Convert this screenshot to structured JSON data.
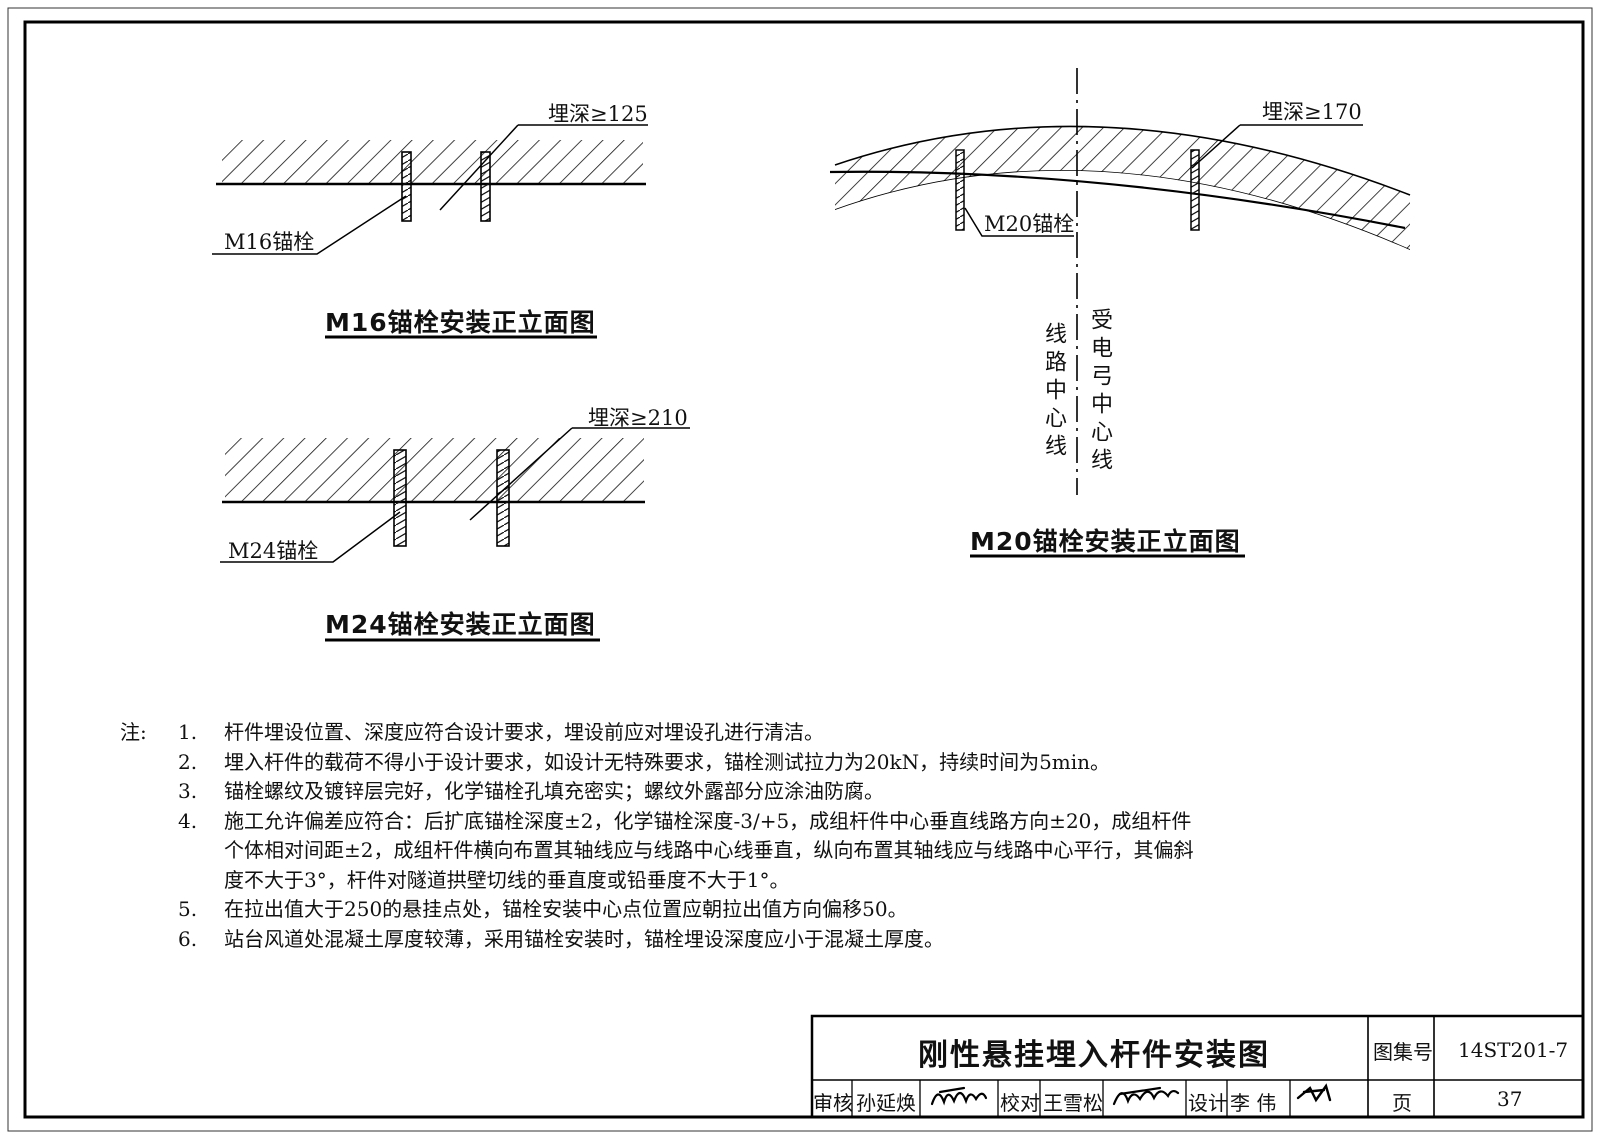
{
  "m16": {
    "title": "M16锚栓安装正立面图",
    "depth_label": "埋深≥125",
    "bolt_label": "M16锚栓"
  },
  "m24": {
    "title": "M24锚栓安装正立面图",
    "depth_label": "埋深≥210",
    "bolt_label": "M24锚栓"
  },
  "m20": {
    "title": "M20锚栓安装正立面图",
    "depth_label": "埋深≥170",
    "bolt_label": "M20锚栓",
    "line_center": "线路中心线",
    "pantograph_center": "受电弓中心线"
  },
  "notes": {
    "header": "注:",
    "items": [
      {
        "num": "1.",
        "text": "杆件埋设位置、深度应符合设计要求，埋设前应对埋设孔进行清洁。"
      },
      {
        "num": "2.",
        "text": "埋入杆件的载荷不得小于设计要求，如设计无特殊要求，锚栓测试拉力为20kN，持续时间为5min。"
      },
      {
        "num": "3.",
        "text": "锚栓螺纹及镀锌层完好，化学锚栓孔填充密实；螺纹外露部分应涂油防腐。"
      },
      {
        "num": "4.",
        "text": "施工允许偏差应符合：后扩底锚栓深度±2，化学锚栓深度-3/+5，成组杆件中心垂直线路方向±20，成组杆件个体相对间距±2，成组杆件横向布置其轴线应与线路中心线垂直，纵向布置其轴线应与线路中心平行，其偏斜度不大于3°，杆件对隧道拱壁切线的垂直度或铅垂度不大于1°。"
      },
      {
        "num": "5.",
        "text": "在拉出值大于250的悬挂点处，锚栓安装中心点位置应朝拉出值方向偏移50。"
      },
      {
        "num": "6.",
        "text": "站台风道处混凝土厚度较薄，采用锚栓安装时，锚栓埋设深度应小于混凝土厚度。"
      }
    ]
  },
  "title_block": {
    "drawing_title": "刚性悬挂埋入杆件安装图",
    "atlas_no_label": "图集号",
    "atlas_no": "14ST201-7",
    "review_label": "审核",
    "reviewer": "孙延焕",
    "check_label": "校对",
    "checker": "王雪松",
    "design_label": "设计",
    "designer": "李  伟",
    "page_label": "页",
    "page": "37"
  }
}
